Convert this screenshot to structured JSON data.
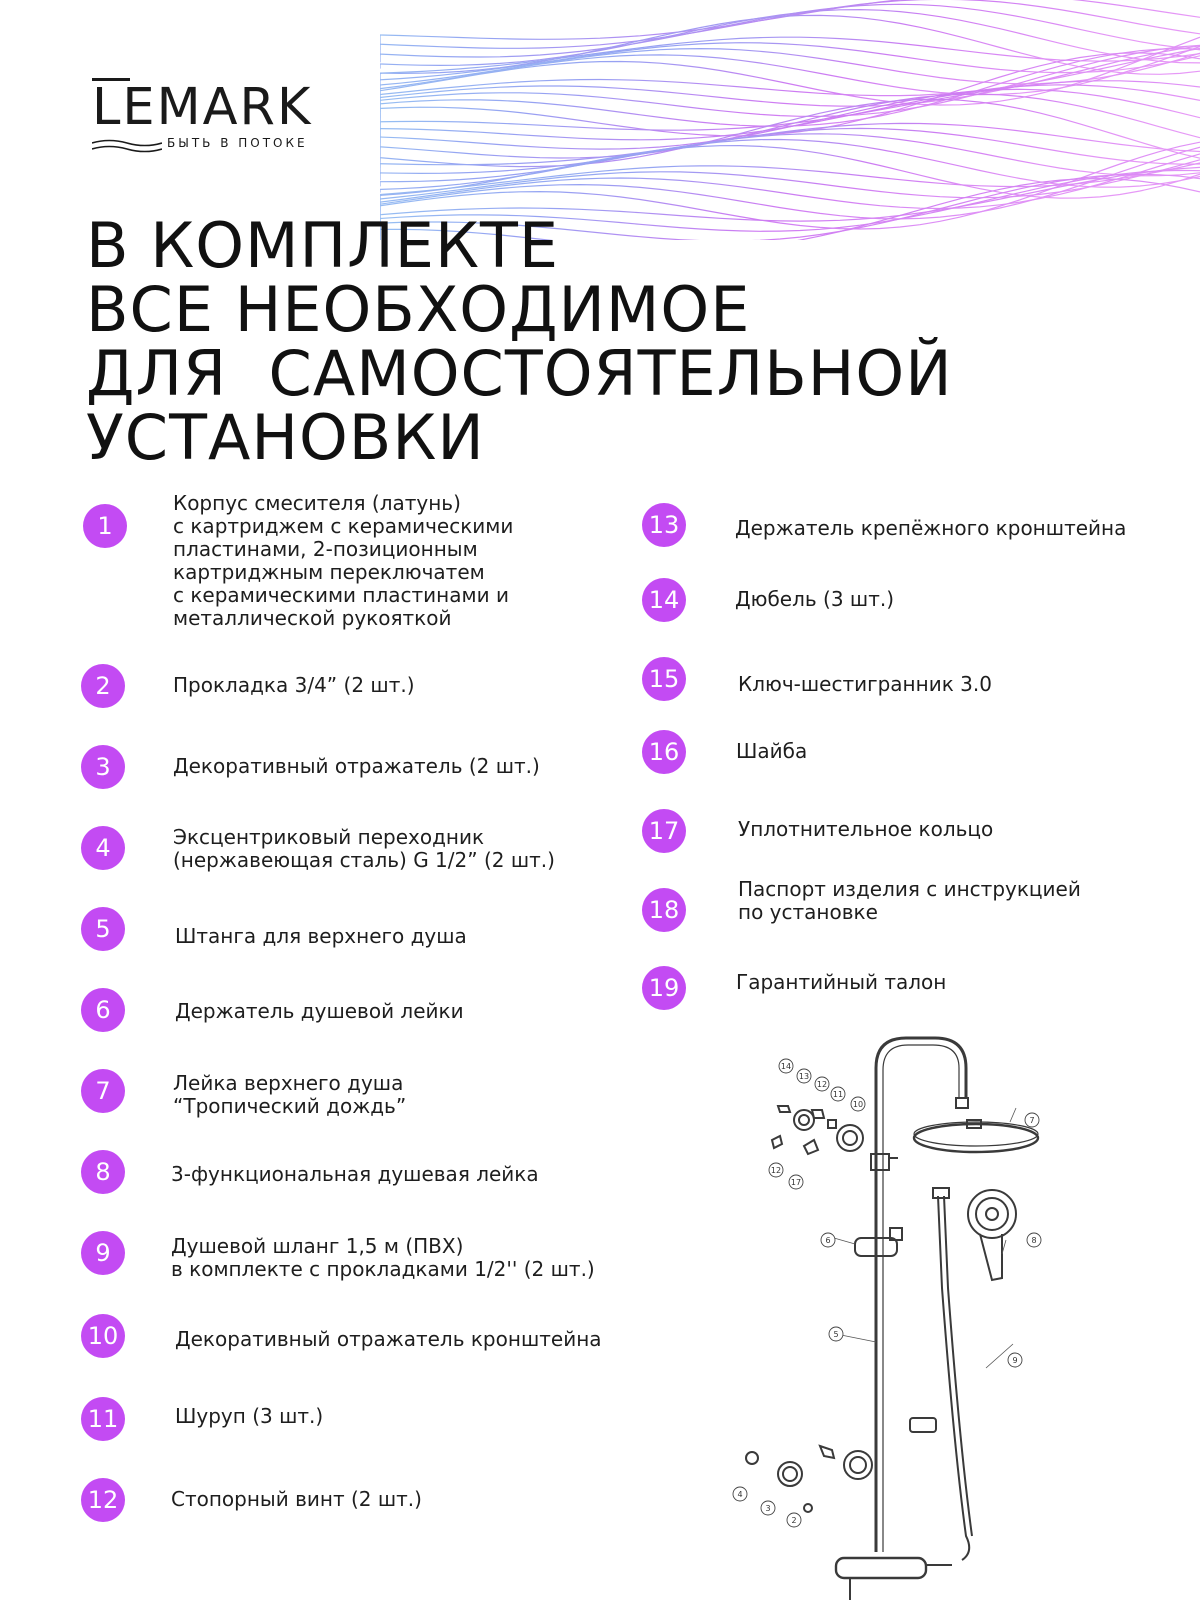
{
  "brand": {
    "name": "LEMARK",
    "tagline": "БЫТЬ В ПОТОКЕ",
    "accent_color": "#c34bf3"
  },
  "headline": [
    "В КОМПЛЕКТЕ",
    "ВСЕ НЕОБХОДИМОЕ",
    "ДЛЯ  САМОСТОЯТЕЛЬНОЙ",
    "УСТАНОВКИ"
  ],
  "items": [
    {
      "num": "1",
      "text": "Корпус смесителя (латунь)\nс картриджем с керамическими\nпластинами, 2-позиционным\nкартриджным переключатем\nс керамическими пластинами и\nметаллической рукояткой"
    },
    {
      "num": "2",
      "text": "Прокладка 3/4” (2 шт.)"
    },
    {
      "num": "3",
      "text": "Декоративный отражатель (2 шт.)"
    },
    {
      "num": "4",
      "text": "Эксцентриковый переходник\n(нержавеющая сталь) G 1/2” (2 шт.)"
    },
    {
      "num": "5",
      "text": "Штанга для верхнего душа"
    },
    {
      "num": "6",
      "text": "Держатель душевой лейки"
    },
    {
      "num": "7",
      "text": "Лейка верхнего душа\n“Тропический дождь”"
    },
    {
      "num": "8",
      "text": "3-функциональная душевая лейка"
    },
    {
      "num": "9",
      "text": "Душевой шланг 1,5 м (ПВХ)\nв комплекте с прокладками 1/2'' (2 шт.)"
    },
    {
      "num": "10",
      "text": "Декоративный отражатель кронштейна"
    },
    {
      "num": "11",
      "text": "Шуруп (3 шт.)"
    },
    {
      "num": "12",
      "text": "Стопорный винт (2 шт.)"
    },
    {
      "num": "13",
      "text": "Держатель крепёжного кронштейна"
    },
    {
      "num": "14",
      "text": "Дюбель (3 шт.)"
    },
    {
      "num": "15",
      "text": "Ключ-шестигранник 3.0"
    },
    {
      "num": "16",
      "text": "Шайба"
    },
    {
      "num": "17",
      "text": "Уплотнительное кольцо"
    },
    {
      "num": "18",
      "text": "Паспорт изделия с инструкцией\nпо установке"
    },
    {
      "num": "19",
      "text": "Гарантийный талон"
    }
  ],
  "diagram": {
    "callouts": [
      "14",
      "13",
      "12",
      "11",
      "10",
      "12",
      "17",
      "7",
      "6",
      "8",
      "5",
      "9",
      "4",
      "3",
      "2"
    ]
  }
}
